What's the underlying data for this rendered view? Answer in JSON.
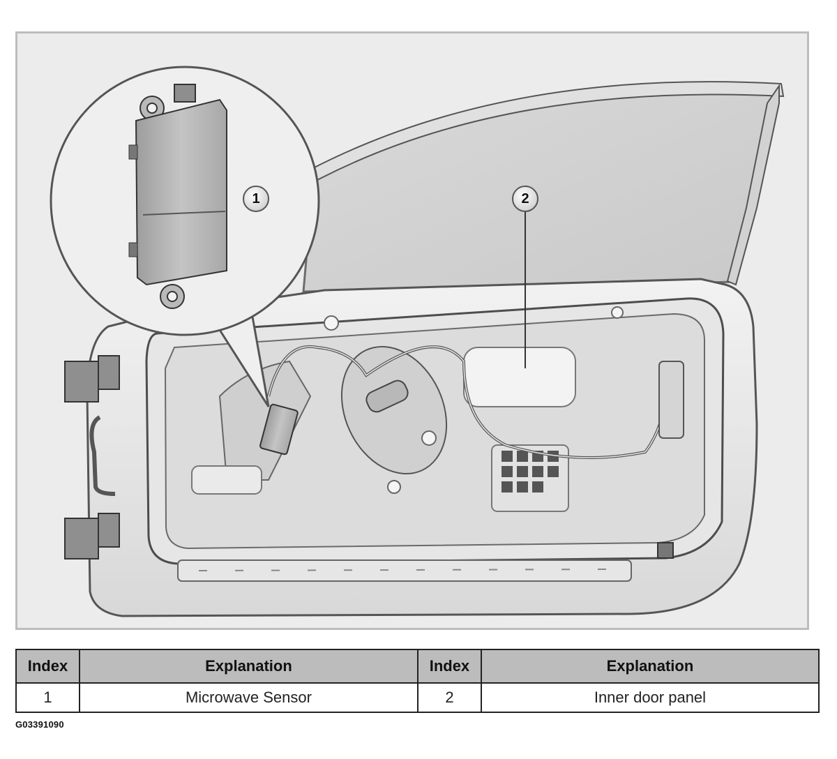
{
  "callouts": {
    "c1": "1",
    "c2": "2"
  },
  "table": {
    "headers": [
      "Index",
      "Explanation",
      "Index",
      "Explanation"
    ],
    "rows": [
      [
        "1",
        "Microwave Sensor",
        "2",
        "Inner door panel"
      ]
    ]
  },
  "figure_code": "G03391090"
}
